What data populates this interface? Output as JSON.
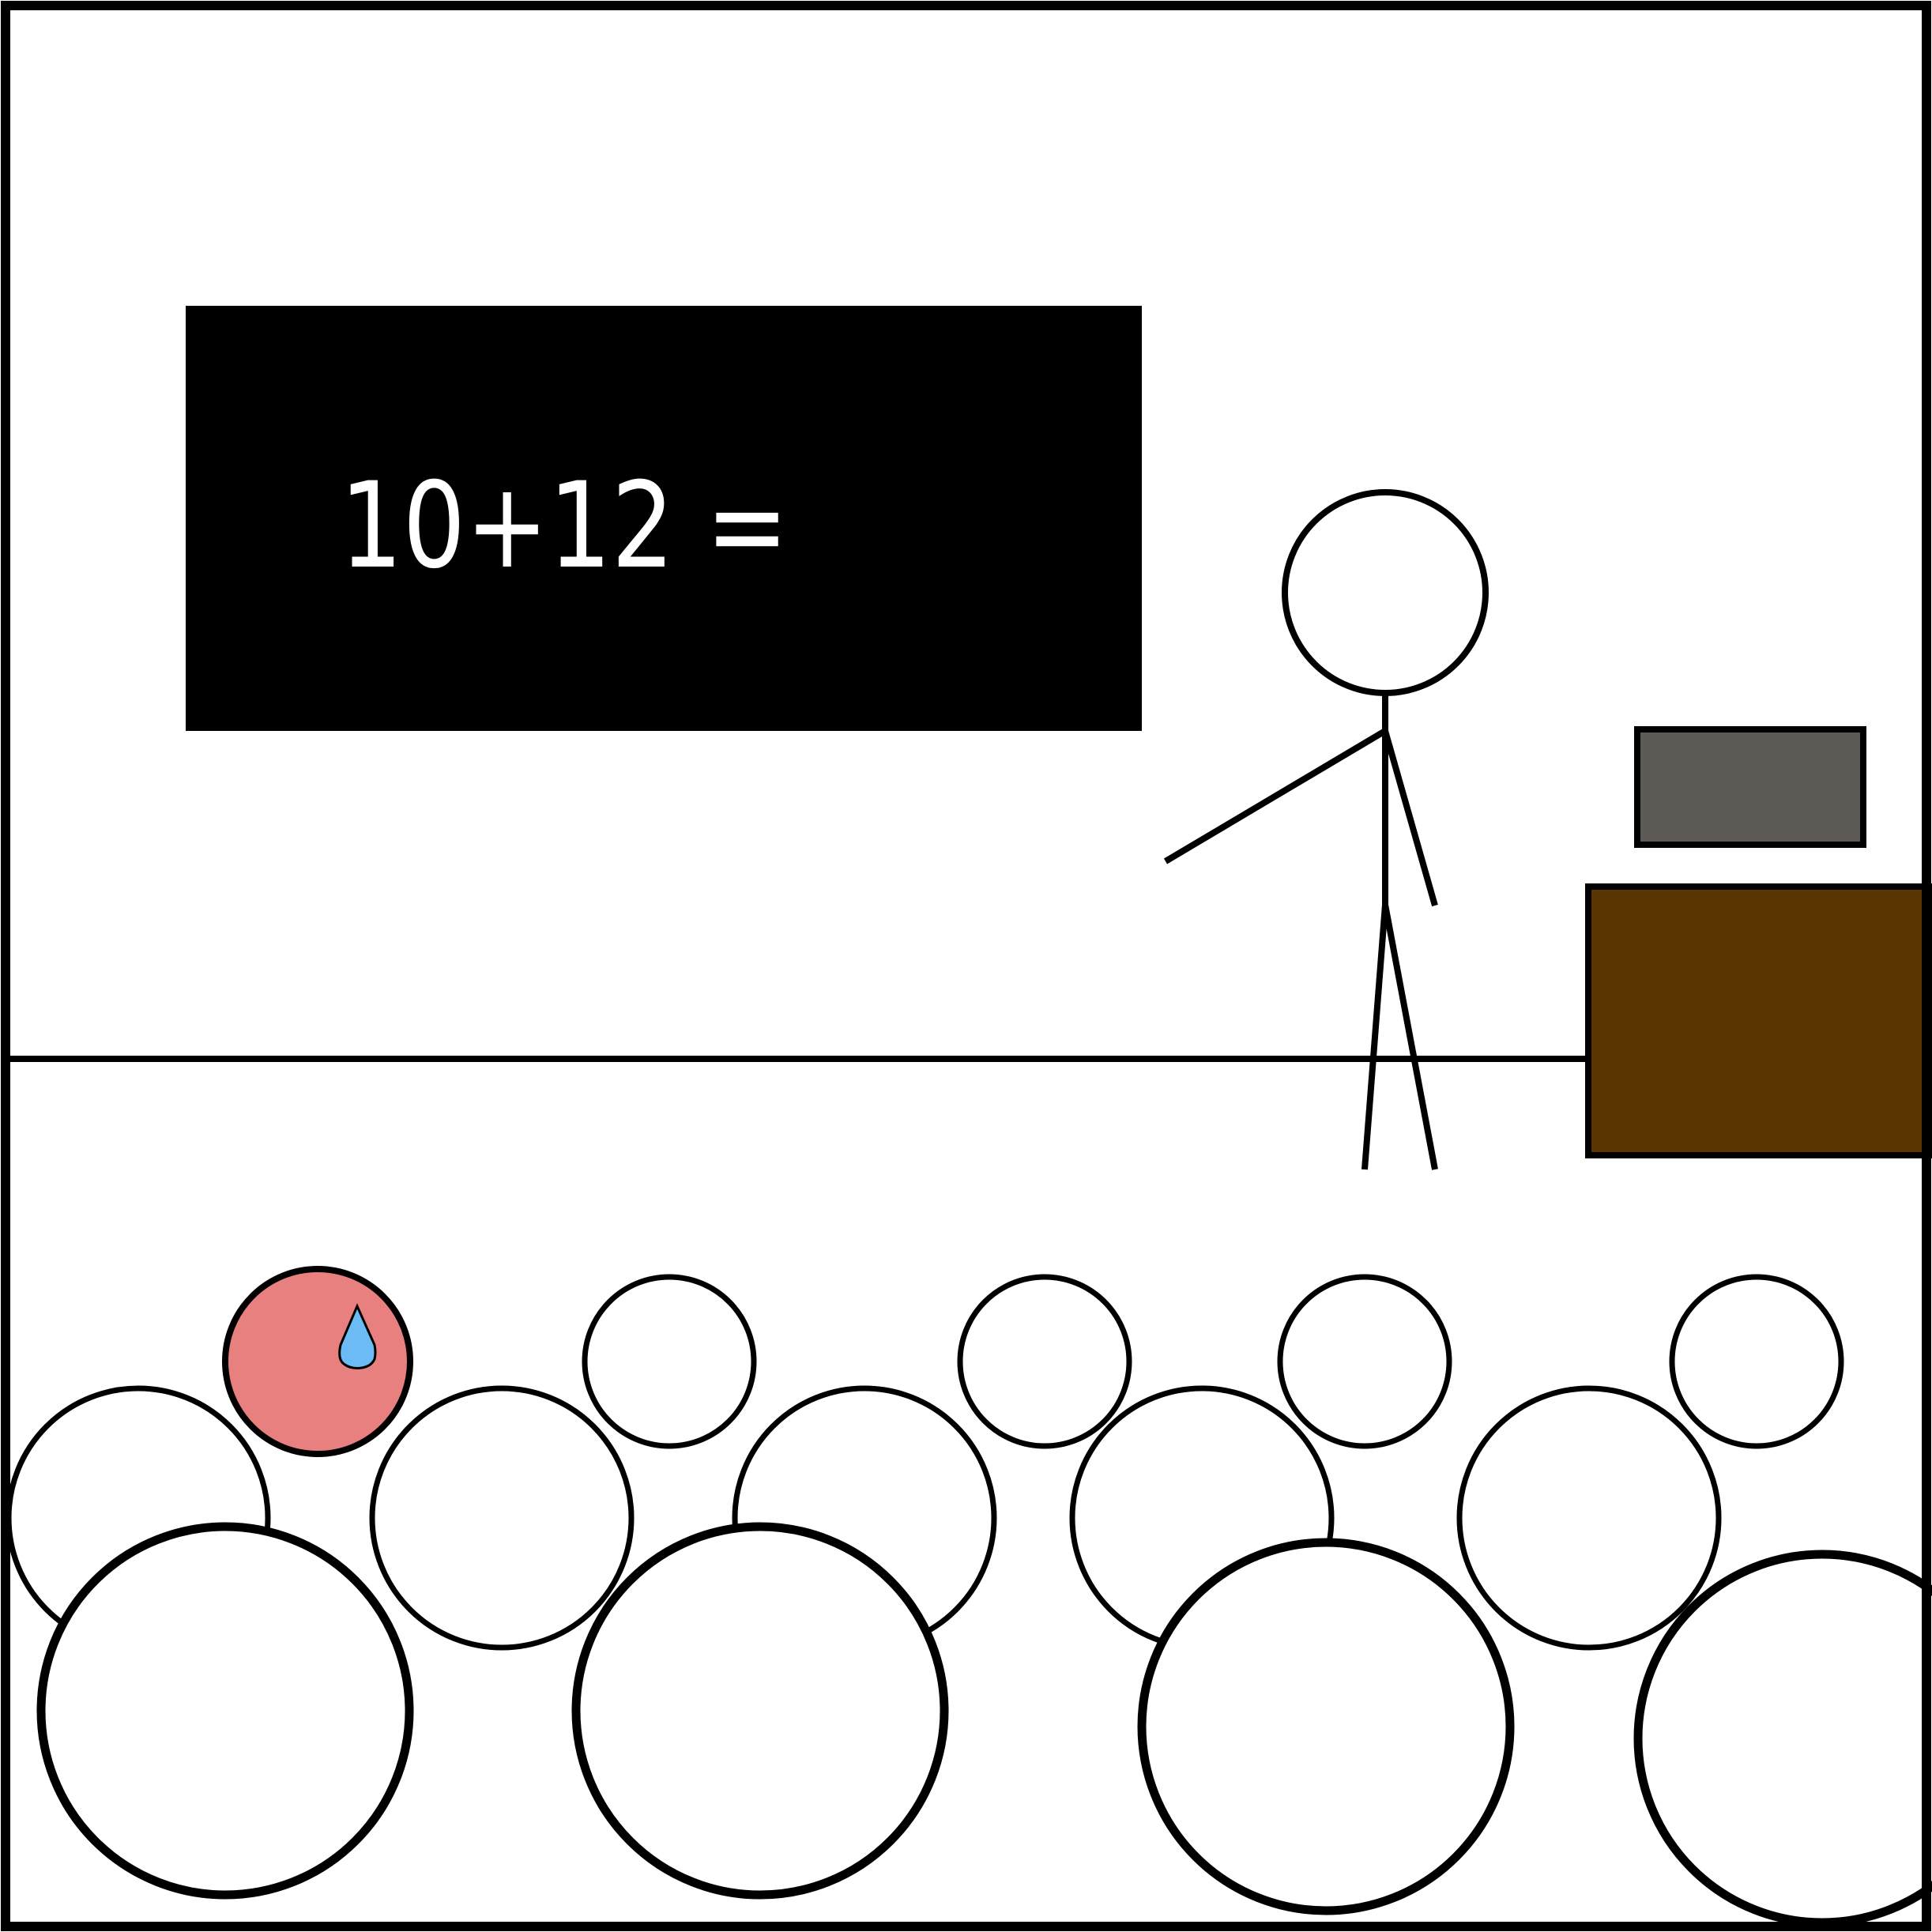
{
  "chalkboard": {
    "equation_text": "10+12 ="
  },
  "colors": {
    "outline": "#000000",
    "chalkboard": "#000000",
    "chalk_text": "#ffffff",
    "desk": "#5a3402",
    "laptop": "#5d5a55",
    "blushing_student": "#e88080",
    "sweat_drop": "#6dbbf4",
    "background": "#ffffff"
  },
  "scene": {
    "icons": [
      "teacher-stick-figure",
      "desk",
      "laptop",
      "student-head",
      "sweat-drop-icon"
    ]
  }
}
